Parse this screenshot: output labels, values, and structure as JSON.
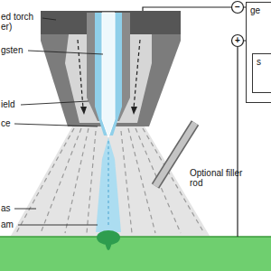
{
  "diagram": {
    "nodes": [
      {
        "text": [
          "ge"
        ]
      },
      {
        "text": [
          "s"
        ],
        "in": 0
      }
    ],
    "labels": [
      "ed torch er)",
      "gsten",
      "ield",
      "ce",
      "as",
      "am",
      "Optional filler rod",
      "−",
      "+"
    ]
  }
}
